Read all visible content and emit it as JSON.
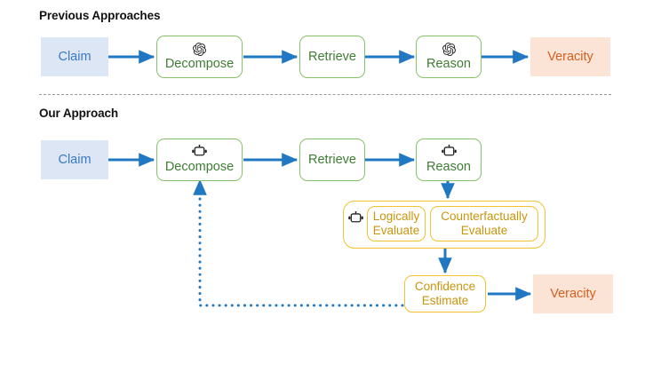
{
  "diagram": {
    "title_previous": "Previous Approaches",
    "title_ours": "Our Approach",
    "colors": {
      "claim_bg": "#dce6f5",
      "claim_text": "#3b79c4",
      "veracity_bg": "#fbe3d5",
      "veracity_text": "#d4601f",
      "green_border": "#86c26a",
      "green_text": "#3f7d34",
      "yellow_border": "#f2c230",
      "yellow_text": "#c9950d",
      "arrow_blue": "#1f78c1",
      "divider_gray": "#9a9a9a"
    },
    "previous": {
      "nodes": [
        {
          "id": "claim",
          "label": "Claim",
          "icon": ""
        },
        {
          "id": "decompose",
          "label": "Decompose",
          "icon": "openai-logo-icon"
        },
        {
          "id": "retrieve",
          "label": "Retrieve",
          "icon": ""
        },
        {
          "id": "reason",
          "label": "Reason",
          "icon": "openai-logo-icon"
        },
        {
          "id": "veracity",
          "label": "Veracity",
          "icon": ""
        }
      ]
    },
    "ours": {
      "nodes": [
        {
          "id": "claim",
          "label": "Claim",
          "icon": ""
        },
        {
          "id": "decompose",
          "label": "Decompose",
          "icon": "robot-icon"
        },
        {
          "id": "retrieve",
          "label": "Retrieve",
          "icon": ""
        },
        {
          "id": "reason",
          "label": "Reason",
          "icon": "robot-icon"
        },
        {
          "id": "veracity",
          "label": "Veracity",
          "icon": ""
        }
      ],
      "evaluate_group": {
        "icon": "robot-icon",
        "items": [
          {
            "id": "logically-evaluate",
            "line1": "Logically",
            "line2": "Evaluate"
          },
          {
            "id": "counterfactually-evaluate",
            "line1": "Counterfactually",
            "line2": "Evaluate"
          }
        ]
      },
      "confidence": {
        "line1": "Confidence",
        "line2": "Estimate"
      }
    }
  }
}
